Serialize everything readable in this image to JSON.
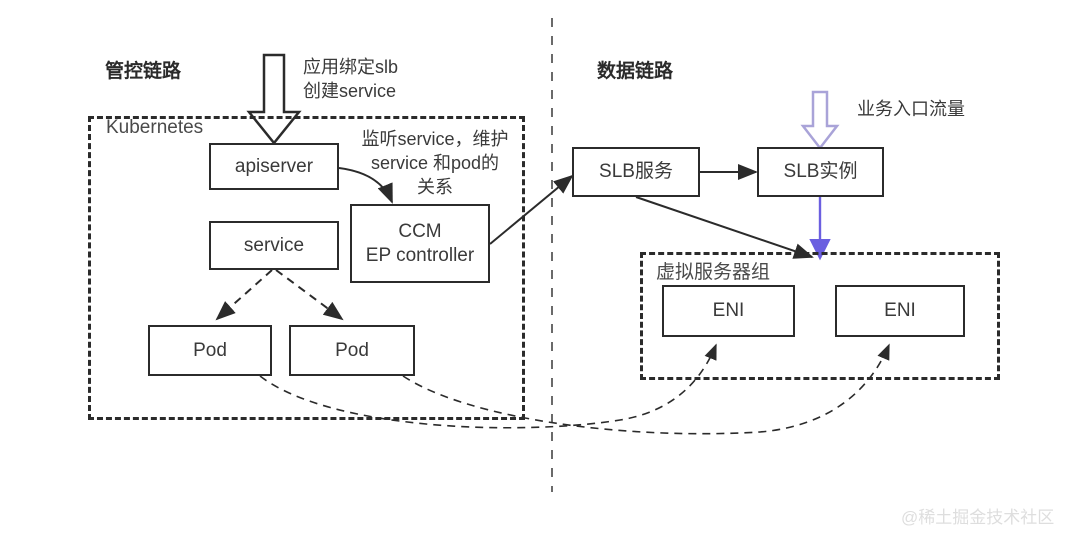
{
  "diagram": {
    "title_left": "管控链路",
    "title_right": "数据链路",
    "groups": {
      "kubernetes": "Kubernetes",
      "vserver_group": "虚拟服务器组"
    },
    "nodes": {
      "apiserver": "apiserver",
      "service": "service",
      "ccm": "CCM\nEP controller",
      "pod_left": "Pod",
      "pod_right": "Pod",
      "slb_service": "SLB服务",
      "slb_instance": "SLB实例",
      "eni_left": "ENI",
      "eni_right": "ENI"
    },
    "annotations": {
      "bind_slb": "应用绑定slb\n创建service",
      "watch_service": "监听service，维护\nservice 和pod的\n关系",
      "ingress_traffic": "业务入口流量"
    },
    "watermark": "@稀土掘金技术社区",
    "colors": {
      "stroke": "#2b2b2b",
      "text": "#3a3a3a",
      "arrow_outline_purple": "#a9a3d8",
      "arrow_solid_purple": "#6b5fe0",
      "watermark": "#dedede"
    }
  }
}
